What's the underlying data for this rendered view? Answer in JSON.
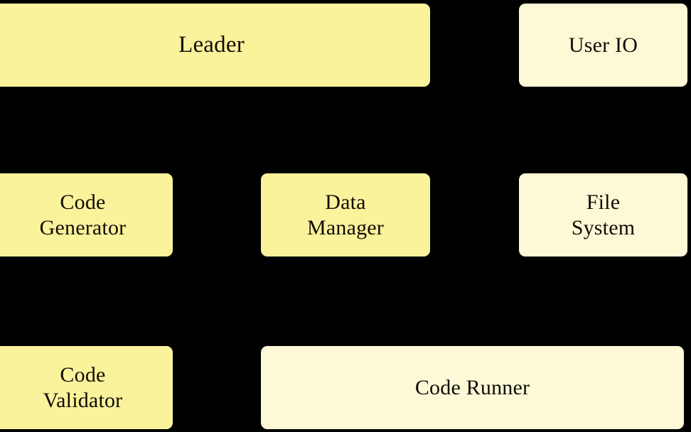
{
  "diagram": {
    "type": "block-architecture",
    "background_color": "#000000",
    "text_color": "#100d06",
    "fill_colors": {
      "primary": "#fbf29c",
      "secondary": "#fdf9d7"
    },
    "rows": [
      {
        "name": "row-top",
        "nodes": [
          {
            "id": "leader",
            "label": "Leader",
            "fill": "primary",
            "fill_color": "#fbf29c"
          },
          {
            "id": "user-io",
            "label": "User IO",
            "fill": "secondary",
            "fill_color": "#fdf9d7"
          }
        ]
      },
      {
        "name": "row-middle",
        "nodes": [
          {
            "id": "code-generator",
            "label": "Code\nGenerator",
            "fill": "primary",
            "fill_color": "#fbf29c"
          },
          {
            "id": "data-manager",
            "label": "Data\nManager",
            "fill": "primary",
            "fill_color": "#fbf29c"
          },
          {
            "id": "file-system",
            "label": "File\nSystem",
            "fill": "secondary",
            "fill_color": "#fdf9d7"
          }
        ]
      },
      {
        "name": "row-bottom",
        "nodes": [
          {
            "id": "code-validator",
            "label": "Code\nValidator",
            "fill": "primary",
            "fill_color": "#fbf29c"
          },
          {
            "id": "code-runner",
            "label": "Code Runner",
            "fill": "secondary",
            "fill_color": "#fdf9d7"
          }
        ]
      }
    ]
  }
}
